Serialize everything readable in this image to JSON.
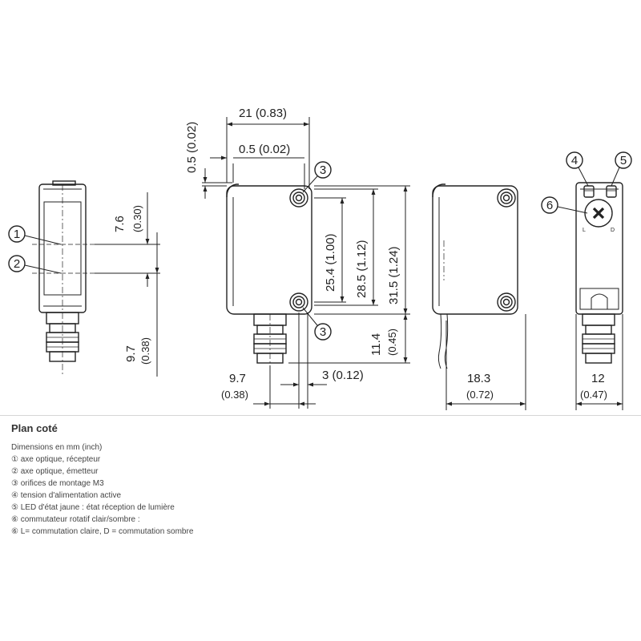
{
  "dimensions": {
    "top_21": "21 (0.83)",
    "top_0_5_h": "0.5 (0.02)",
    "top_0_5_v": "0.5 (0.02)",
    "v_7_6_a": "7.6",
    "v_7_6_b": "(0.30)",
    "v_9_7_a": "9.7",
    "v_9_7_b": "(0.38)",
    "v_25_4": "25.4 (1.00)",
    "v_28_5": "28.5 (1.12)",
    "v_31_5": "31.5 (1.24)",
    "v_11_4_a": "11.4",
    "v_11_4_b": "(0.45)",
    "h_9_7_a": "9.7",
    "h_9_7_b": "(0.38)",
    "h_3": "3 (0.12)",
    "h_18_3_a": "18.3",
    "h_18_3_b": "(0.72)",
    "h_12_a": "12",
    "h_12_b": "(0.47)"
  },
  "callouts": {
    "c1": "1",
    "c2": "2",
    "c3a": "3",
    "c3b": "3",
    "c4": "4",
    "c5": "5",
    "c6": "6",
    "switch_l": "L",
    "switch_d": "D"
  },
  "legend": {
    "title": "Plan coté",
    "lines": [
      "Dimensions en mm (inch)",
      "① axe optique, récepteur",
      "② axe optique, émetteur",
      "③ orifices de montage M3",
      "④ tension d'alimentation active",
      "⑤ LED d'état jaune : état réception de lumière",
      "⑥ commutateur rotatif clair/sombre :",
      "⑥ L= commutation claire, D = commutation sombre"
    ]
  }
}
